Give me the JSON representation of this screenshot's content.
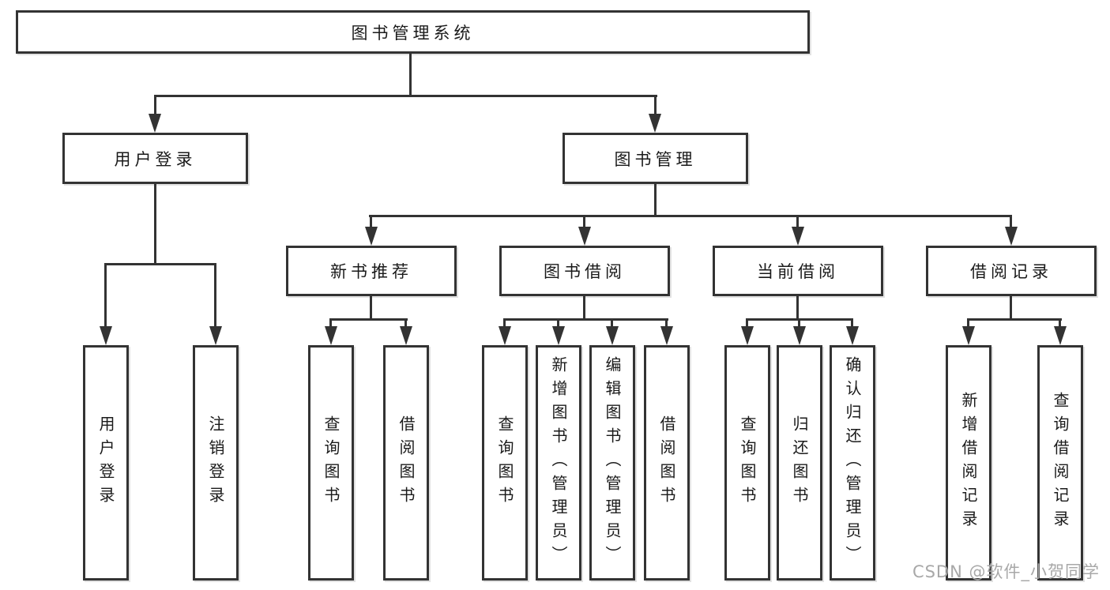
{
  "diagram": {
    "root": {
      "label": "图书管理系统"
    },
    "level2": [
      {
        "label": "用户登录"
      },
      {
        "label": "图书管理"
      }
    ],
    "level3": [
      {
        "label": "新书推荐"
      },
      {
        "label": "图书借阅"
      },
      {
        "label": "当前借阅"
      },
      {
        "label": "借阅记录"
      }
    ],
    "leaves": {
      "user_login": [
        {
          "label": "用户登录"
        },
        {
          "label": "注销登录"
        }
      ],
      "new_books": [
        {
          "label": "查询图书"
        },
        {
          "label": "借阅图书"
        }
      ],
      "book_borrowing": [
        {
          "label": "查询图书"
        },
        {
          "label": "新增图书（管理员）"
        },
        {
          "label": "编辑图书（管理员）"
        },
        {
          "label": "借阅图书"
        }
      ],
      "current_borrowing": [
        {
          "label": "查询图书"
        },
        {
          "label": "归还图书"
        },
        {
          "label": "确认归还（管理员）"
        }
      ],
      "borrow_records": [
        {
          "label": "新增借阅记录"
        },
        {
          "label": "查询借阅记录"
        }
      ]
    }
  },
  "watermark": {
    "text": "CSDN @软件_小贺同学"
  },
  "colors": {
    "line": "#333333",
    "text": "#1a1a1a",
    "watermark": "#a8a8a8",
    "background": "#ffffff"
  }
}
